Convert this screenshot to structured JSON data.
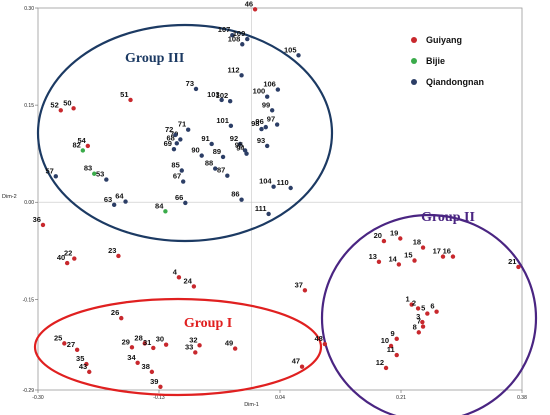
{
  "chart_data": {
    "type": "scatter",
    "xlabel": "Dim-1",
    "ylabel": "Dim-2",
    "xlim": [
      -0.3,
      0.38
    ],
    "ylim": [
      -0.29,
      0.3
    ],
    "x_ticks": [
      "-0.30",
      "-0.13",
      "0.04",
      "0.21",
      "0.38"
    ],
    "x_tick_values": [
      -0.3,
      -0.13,
      0.04,
      0.21,
      0.38
    ],
    "y_ticks": [
      "0.30",
      "0.15",
      "0.00",
      "-0.15",
      "-0.29"
    ],
    "y_tick_values": [
      0.3,
      0.15,
      0.0,
      -0.15,
      -0.29
    ],
    "legend_position": "top-right",
    "series": [
      {
        "name": "Guiyang",
        "color": "#c8282d",
        "points": [
          {
            "id": "1",
            "x": 0.225,
            "y": -0.158
          },
          {
            "id": "2",
            "x": 0.234,
            "y": -0.164
          },
          {
            "id": "3",
            "x": 0.24,
            "y": -0.185
          },
          {
            "id": "4",
            "x": -0.102,
            "y": -0.116
          },
          {
            "id": "5",
            "x": 0.247,
            "y": -0.172
          },
          {
            "id": "6",
            "x": 0.26,
            "y": -0.169
          },
          {
            "id": "7",
            "x": 0.241,
            "y": -0.192
          },
          {
            "id": "8",
            "x": 0.235,
            "y": -0.201
          },
          {
            "id": "9",
            "x": 0.204,
            "y": -0.211
          },
          {
            "id": "10",
            "x": 0.196,
            "y": -0.222
          },
          {
            "id": "11",
            "x": 0.204,
            "y": -0.236
          },
          {
            "id": "12",
            "x": 0.189,
            "y": -0.256
          },
          {
            "id": "13",
            "x": 0.179,
            "y": -0.092
          },
          {
            "id": "14",
            "x": 0.207,
            "y": -0.096
          },
          {
            "id": "15",
            "x": 0.229,
            "y": -0.09
          },
          {
            "id": "16",
            "x": 0.283,
            "y": -0.084
          },
          {
            "id": "17",
            "x": 0.269,
            "y": -0.084
          },
          {
            "id": "18",
            "x": 0.241,
            "y": -0.07
          },
          {
            "id": "19",
            "x": 0.209,
            "y": -0.056
          },
          {
            "id": "20",
            "x": 0.186,
            "y": -0.06
          },
          {
            "id": "21",
            "x": 0.375,
            "y": -0.1
          },
          {
            "id": "22",
            "x": -0.249,
            "y": -0.087
          },
          {
            "id": "23",
            "x": -0.187,
            "y": -0.083
          },
          {
            "id": "24",
            "x": -0.081,
            "y": -0.13
          },
          {
            "id": "25",
            "x": -0.263,
            "y": -0.218
          },
          {
            "id": "26",
            "x": -0.183,
            "y": -0.179
          },
          {
            "id": "27",
            "x": -0.245,
            "y": -0.228
          },
          {
            "id": "28",
            "x": -0.15,
            "y": -0.218
          },
          {
            "id": "29",
            "x": -0.168,
            "y": -0.224
          },
          {
            "id": "30",
            "x": -0.12,
            "y": -0.22
          },
          {
            "id": "31",
            "x": -0.138,
            "y": -0.225
          },
          {
            "id": "32",
            "x": -0.073,
            "y": -0.221
          },
          {
            "id": "33",
            "x": -0.079,
            "y": -0.232
          },
          {
            "id": "34",
            "x": -0.16,
            "y": -0.248
          },
          {
            "id": "35",
            "x": -0.232,
            "y": -0.25
          },
          {
            "id": "36",
            "x": -0.293,
            "y": -0.035
          },
          {
            "id": "37",
            "x": 0.075,
            "y": -0.136
          },
          {
            "id": "38",
            "x": -0.14,
            "y": -0.262
          },
          {
            "id": "39",
            "x": -0.128,
            "y": -0.285
          },
          {
            "id": "40",
            "x": -0.259,
            "y": -0.094
          },
          {
            "id": "43",
            "x": -0.228,
            "y": -0.262
          },
          {
            "id": "46",
            "x": 0.005,
            "y": 0.298
          },
          {
            "id": "47",
            "x": 0.071,
            "y": -0.254
          },
          {
            "id": "48",
            "x": 0.103,
            "y": -0.219
          },
          {
            "id": "49",
            "x": -0.023,
            "y": -0.226
          },
          {
            "id": "50",
            "x": -0.25,
            "y": 0.145
          },
          {
            "id": "51",
            "x": -0.17,
            "y": 0.158
          },
          {
            "id": "52",
            "x": -0.268,
            "y": 0.142
          },
          {
            "id": "54",
            "x": -0.23,
            "y": 0.087
          }
        ]
      },
      {
        "name": "Bijie",
        "color": "#3aab4a",
        "points": [
          {
            "id": "82",
            "x": -0.237,
            "y": 0.08
          },
          {
            "id": "83",
            "x": -0.221,
            "y": 0.044
          },
          {
            "id": "84",
            "x": -0.121,
            "y": -0.014
          }
        ]
      },
      {
        "name": "Qiandongnan",
        "color": "#2c3e66",
        "points": [
          {
            "id": "53",
            "x": -0.204,
            "y": 0.035
          },
          {
            "id": "57",
            "x": -0.275,
            "y": 0.04
          },
          {
            "id": "63",
            "x": -0.193,
            "y": -0.004
          },
          {
            "id": "64",
            "x": -0.177,
            "y": 0.001
          },
          {
            "id": "66",
            "x": -0.093,
            "y": -0.001
          },
          {
            "id": "67",
            "x": -0.096,
            "y": 0.032
          },
          {
            "id": "68",
            "x": -0.105,
            "y": 0.091
          },
          {
            "id": "69",
            "x": -0.109,
            "y": 0.082
          },
          {
            "id": "70",
            "x": -0.1,
            "y": 0.097
          },
          {
            "id": "71",
            "x": -0.089,
            "y": 0.112
          },
          {
            "id": "72",
            "x": -0.107,
            "y": 0.104
          },
          {
            "id": "73",
            "x": -0.078,
            "y": 0.175
          },
          {
            "id": "85",
            "x": -0.098,
            "y": 0.049
          },
          {
            "id": "86",
            "x": -0.014,
            "y": 0.004
          },
          {
            "id": "87",
            "x": -0.034,
            "y": 0.041
          },
          {
            "id": "88",
            "x": -0.051,
            "y": 0.052
          },
          {
            "id": "89",
            "x": -0.04,
            "y": 0.07
          },
          {
            "id": "90",
            "x": -0.07,
            "y": 0.072
          },
          {
            "id": "91",
            "x": -0.056,
            "y": 0.09
          },
          {
            "id": "92",
            "x": -0.016,
            "y": 0.09
          },
          {
            "id": "93",
            "x": 0.022,
            "y": 0.087
          },
          {
            "id": "94",
            "x": -0.007,
            "y": 0.075
          },
          {
            "id": "95",
            "x": -0.009,
            "y": 0.08
          },
          {
            "id": "96",
            "x": 0.02,
            "y": 0.116
          },
          {
            "id": "97",
            "x": 0.036,
            "y": 0.12
          },
          {
            "id": "98",
            "x": 0.014,
            "y": 0.113
          },
          {
            "id": "99",
            "x": 0.029,
            "y": 0.142
          },
          {
            "id": "100",
            "x": 0.022,
            "y": 0.163
          },
          {
            "id": "101",
            "x": -0.029,
            "y": 0.118
          },
          {
            "id": "102",
            "x": -0.03,
            "y": 0.156
          },
          {
            "id": "103",
            "x": -0.042,
            "y": 0.158
          },
          {
            "id": "104",
            "x": 0.031,
            "y": 0.024
          },
          {
            "id": "105",
            "x": 0.066,
            "y": 0.227
          },
          {
            "id": "106",
            "x": 0.037,
            "y": 0.174
          },
          {
            "id": "107",
            "x": -0.027,
            "y": 0.258
          },
          {
            "id": "108",
            "x": -0.013,
            "y": 0.244
          },
          {
            "id": "109",
            "x": -0.006,
            "y": 0.252
          },
          {
            "id": "110",
            "x": 0.055,
            "y": 0.022
          },
          {
            "id": "111",
            "x": 0.024,
            "y": -0.018
          },
          {
            "id": "112",
            "x": -0.014,
            "y": 0.196
          }
        ]
      }
    ],
    "groups": [
      {
        "name": "Group III",
        "color": "#1c3a63"
      },
      {
        "name": "Group II",
        "color": "#4a2582"
      },
      {
        "name": "Group I",
        "color": "#e02020"
      }
    ]
  }
}
